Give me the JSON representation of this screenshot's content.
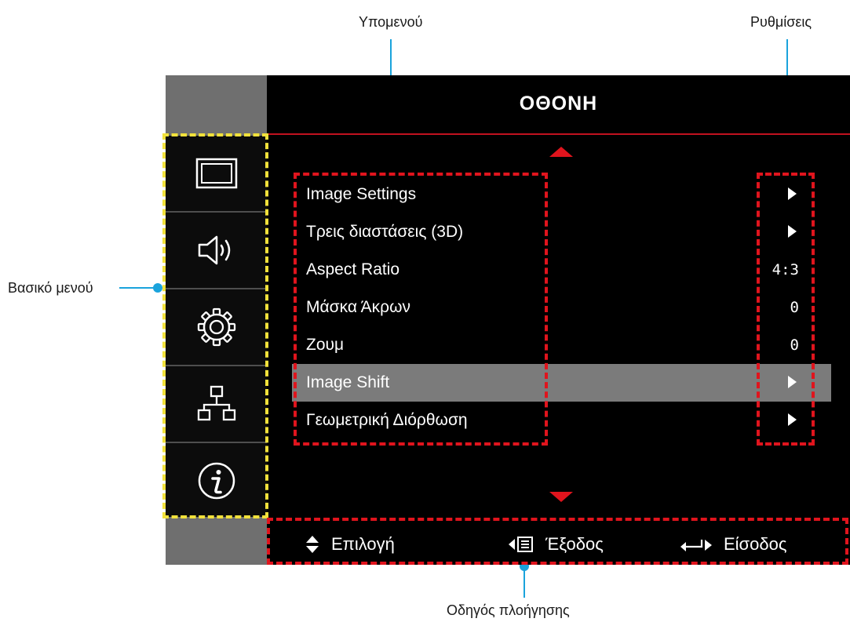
{
  "annotations": {
    "submenu": "Υπομενού",
    "settings": "Ρυθμίσεις",
    "main_menu": "Βασικό μενού",
    "nav_guide": "Οδηγός πλοήγησης"
  },
  "osd": {
    "title": "ΟΘΟΝΗ",
    "main_menu_icons": [
      "display-icon",
      "speaker-icon",
      "gear-icon",
      "network-icon",
      "info-icon"
    ],
    "items": [
      {
        "label": "Image Settings",
        "setting": "",
        "has_submenu": true
      },
      {
        "label": "Τρεις διαστάσεις (3D)",
        "setting": "",
        "has_submenu": true
      },
      {
        "label": "Aspect Ratio",
        "setting": "4:3",
        "has_submenu": false
      },
      {
        "label": "Μάσκα Άκρων",
        "setting": "0",
        "has_submenu": false
      },
      {
        "label": "Ζουμ",
        "setting": "0",
        "has_submenu": false
      },
      {
        "label": "Image Shift",
        "setting": "",
        "has_submenu": true,
        "selected": true
      },
      {
        "label": "Γεωμετρική Διόρθωση",
        "setting": "",
        "has_submenu": true
      }
    ]
  },
  "nav": {
    "select": "Επιλογή",
    "exit": "Έξοδος",
    "enter": "Είσοδος"
  },
  "colors": {
    "accent_red": "#e0141d",
    "highlight_yellow": "#f1e13b",
    "callout_blue": "#1aa3dc",
    "selected_row": "#7b7b7b"
  }
}
